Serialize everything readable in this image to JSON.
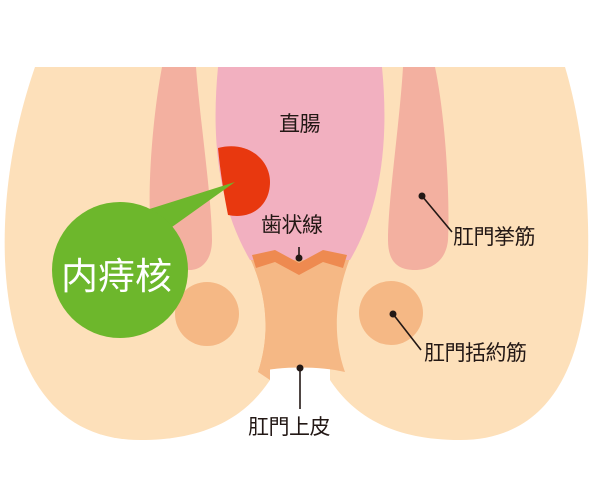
{
  "diagram": {
    "title": "内痔核",
    "colors": {
      "background": "#FFFFFF",
      "skin": "#FDE0BA",
      "levator_ani": "#F3B0A0",
      "rectum": "#F2B0C0",
      "dentate_line": "#EE8A50",
      "anal_canal": "#F5B885",
      "sphincter": "#F5B885",
      "hemorrhoid": "#E8380F",
      "callout_bubble": "#6DB72C",
      "callout_text": "#FFFFFF",
      "label_text": "#231815"
    },
    "callout": {
      "label": "内痔核",
      "target": "hemorrhoid"
    },
    "labels": {
      "rectum": "直腸",
      "dentate_line": "歯状線",
      "levator_ani": "肛門挙筋",
      "anal_sphincter": "肛門括約筋",
      "anoderm": "肛門上皮"
    }
  }
}
